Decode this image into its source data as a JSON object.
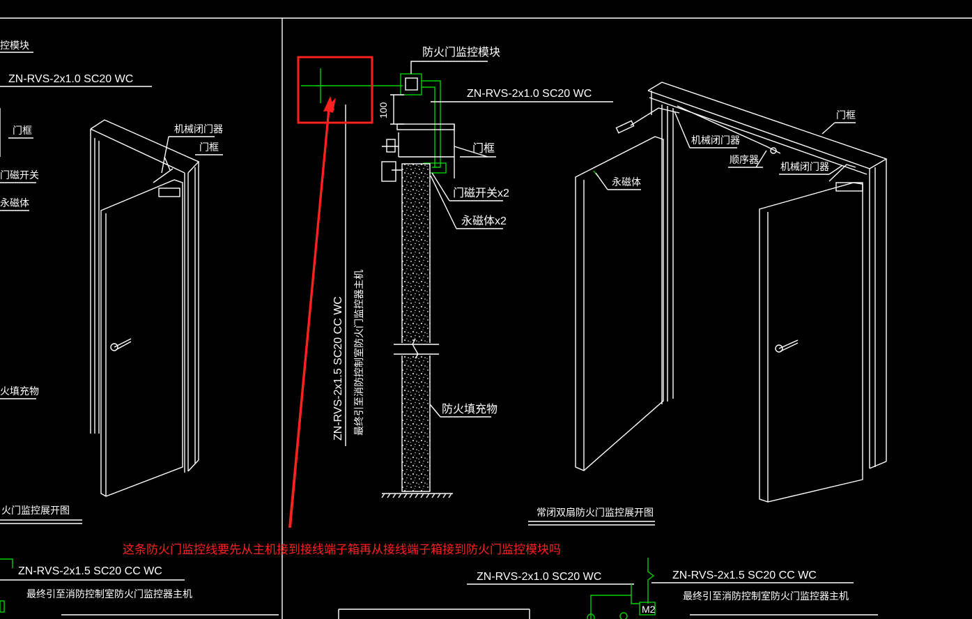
{
  "labels": {
    "left_module": "控模块",
    "left_cable_top": "ZN-RVS-2x1.0  SC20  WC",
    "left_frame": "门框",
    "left_frame2": "门框",
    "left_closer": "机械闭门器",
    "left_switch": "门磁开关",
    "left_magnet": "永磁体",
    "left_filler": "火填充物",
    "left_title": "火门监控展开图",
    "left_cable_bottom": "ZN-RVS-2x1.5  SC20  CC  WC",
    "left_bottom_note": "最终引至消防控制室防火门监控器主机",
    "center_module": "防火门监控模块",
    "center_cable": "ZN-RVS-2x1.0  SC20  WC",
    "center_dim": "100",
    "center_frame": "门框",
    "center_switch": "门磁开关x2",
    "center_magnet": "永磁体x2",
    "center_filler": "防火填充物",
    "center_vertical_cable": "ZN-RVS-2x1.5  SC20  CC  WC",
    "center_vertical_note": "最终引至消防控制室防火门监控器主机",
    "right_frame": "门框",
    "right_closer1": "机械闭门器",
    "right_sequencer": "顺序器",
    "right_closer2": "机械闭门器",
    "right_magnet": "永磁体",
    "right_title": "常闭双扇防火门监控展开图",
    "bottom_cable_left": "ZN-RVS-2x1.0  SC20  WC",
    "bottom_cable_right": "ZN-RVS-2x1.5  SC20  CC  WC",
    "bottom_note_right": "最终引至消防控制室防火门监控器主机",
    "bottom_m2": "M2"
  },
  "annotation": {
    "question": "这条防火门监控线要先从主机接到接线端子箱再从接线端子箱接到防火门监控模块吗"
  },
  "colors": {
    "background": "#000000",
    "line": "#ffffff",
    "cable": "#00d000",
    "annotation": "#ff2020"
  }
}
